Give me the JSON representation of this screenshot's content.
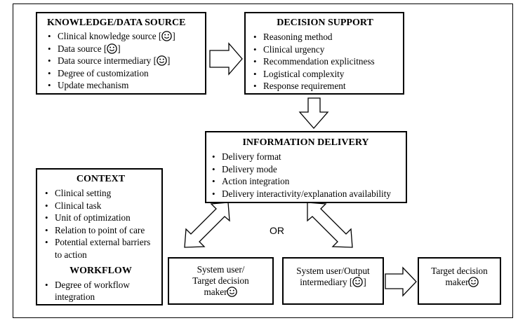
{
  "knowledge": {
    "title": "KNOWLEDGE/DATA SOURCE",
    "items": [
      {
        "text": "Clinical knowledge source [",
        "smiley": true,
        "suffix": "]"
      },
      {
        "text": "Data source [",
        "smiley": true,
        "suffix": "]"
      },
      {
        "text": "Data source intermediary [",
        "smiley": true,
        "suffix": "]"
      },
      {
        "text": "Degree of customization"
      },
      {
        "text": "Update mechanism"
      }
    ]
  },
  "decision": {
    "title": "DECISION SUPPORT",
    "items": [
      "Reasoning method",
      "Clinical urgency",
      "Recommendation explicitness",
      "Logistical complexity",
      "Response requirement"
    ]
  },
  "delivery": {
    "title": "INFORMATION DELIVERY",
    "items": [
      "Delivery format",
      "Delivery mode",
      "Action integration",
      "Delivery interactivity/explanation availability"
    ]
  },
  "context": {
    "title": "CONTEXT",
    "items": [
      "Clinical setting",
      "Clinical task",
      "Unit of optimization",
      "Relation to point of care",
      "Potential external barriers to action"
    ],
    "workflow_title": "WORKFLOW",
    "workflow_items": [
      "Degree of workflow integration"
    ]
  },
  "system_user": {
    "line1": "System user/",
    "line2": "Target decision",
    "line3": "maker"
  },
  "output_intermediary": {
    "line1": "System user/Output",
    "line2": "intermediary [",
    "suffix": "]"
  },
  "target_maker": {
    "line1": "Target decision",
    "line2": "maker"
  },
  "or_label": "OR",
  "icon": "smiley-face-icon"
}
